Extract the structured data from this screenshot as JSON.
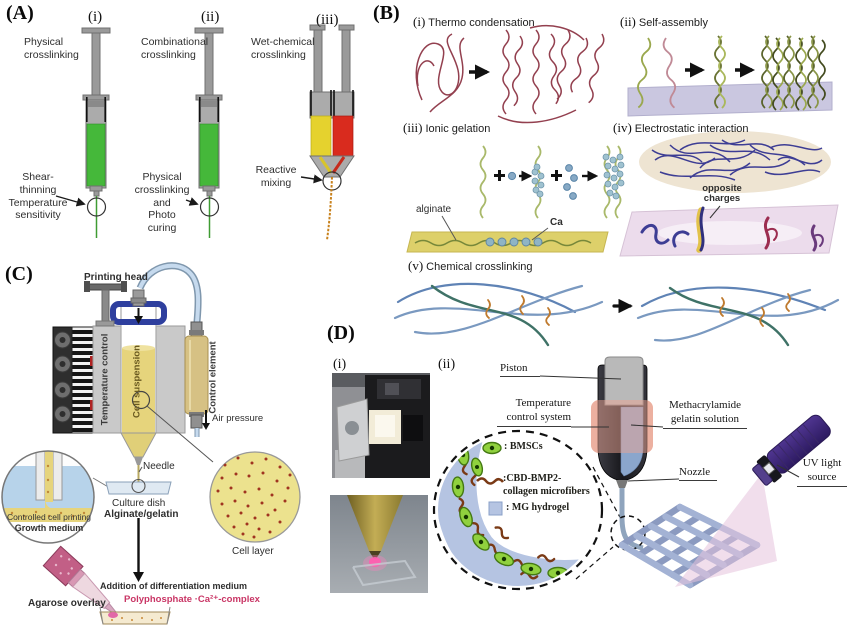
{
  "panel_a": {
    "label": "(A)",
    "i": {
      "numeral": "(i)",
      "type": "Physical\ncrosslinking",
      "note": "Shear-thinning\nTemperature\nsensitivity"
    },
    "ii": {
      "numeral": "(ii)",
      "type": "Combinational\ncrosslinking",
      "note": "Physical\ncrosslinking\nand\nPhoto curing"
    },
    "iii": {
      "numeral": "(iii)",
      "type": "Wet-chemical\ncrosslinking",
      "note": "Reactive\nmixing"
    }
  },
  "panel_b": {
    "label": "(B)",
    "i": {
      "numeral": "(i)",
      "title": "Thermo condensation"
    },
    "ii": {
      "numeral": "(ii)",
      "title": "Self-assembly"
    },
    "iii": {
      "numeral": "(iii)",
      "title": "Ionic gelation",
      "alginate_label": "alginate",
      "ca_label": "Ca"
    },
    "iv": {
      "numeral": "(iv)",
      "title": "Electrostatic interaction",
      "note": "opposite\ncharges"
    },
    "v": {
      "numeral": "(v)",
      "title": "Chemical crosslinking"
    }
  },
  "panel_c": {
    "label": "(C)",
    "printing_head": "Printing head",
    "temperature_control": "Temperature control",
    "cell_suspension": "Cell suspension",
    "control_element": "Control element",
    "air_pressure": "Air pressure",
    "needle": "Needle",
    "culture_dish": "Culture dish",
    "alginate_gelatin": "Alginate/gelatin",
    "controlled_cell_printing": "Controlled cell printing",
    "growth_medium": "Growth medium",
    "cell_layer": "Cell layer",
    "agarose_overlay": "Agarose overlay",
    "addition_medium": "Addition of differentiation medium",
    "polyphosphate": "Polyphosphate ·Ca²⁺-complex"
  },
  "panel_d": {
    "label": "(D)",
    "i": {
      "numeral": "(i)"
    },
    "ii": {
      "numeral": "(ii)"
    },
    "piston": "Piston",
    "temperature_control_system": "Temperature\ncontrol system",
    "methacrylamide": "Methacrylamide\ngelatin solution",
    "nozzle": "Nozzle",
    "uv_source": "UV light\nsource",
    "legend": {
      "bmscs": ": BMSCs",
      "cbd": ":CBD-BMP2-\ncollagen microfibers",
      "mg": ": MG hydrogel"
    }
  },
  "colors": {
    "polyphosphate_pink": "#c93565",
    "hydrogel_blue": "#b5c4e2",
    "cell_green": "#90d13e",
    "uv_purple": "#4f3590",
    "syringe_green": "#45b83a",
    "syringe_yellow": "#e5d22e",
    "syringe_red": "#d92b1e"
  }
}
